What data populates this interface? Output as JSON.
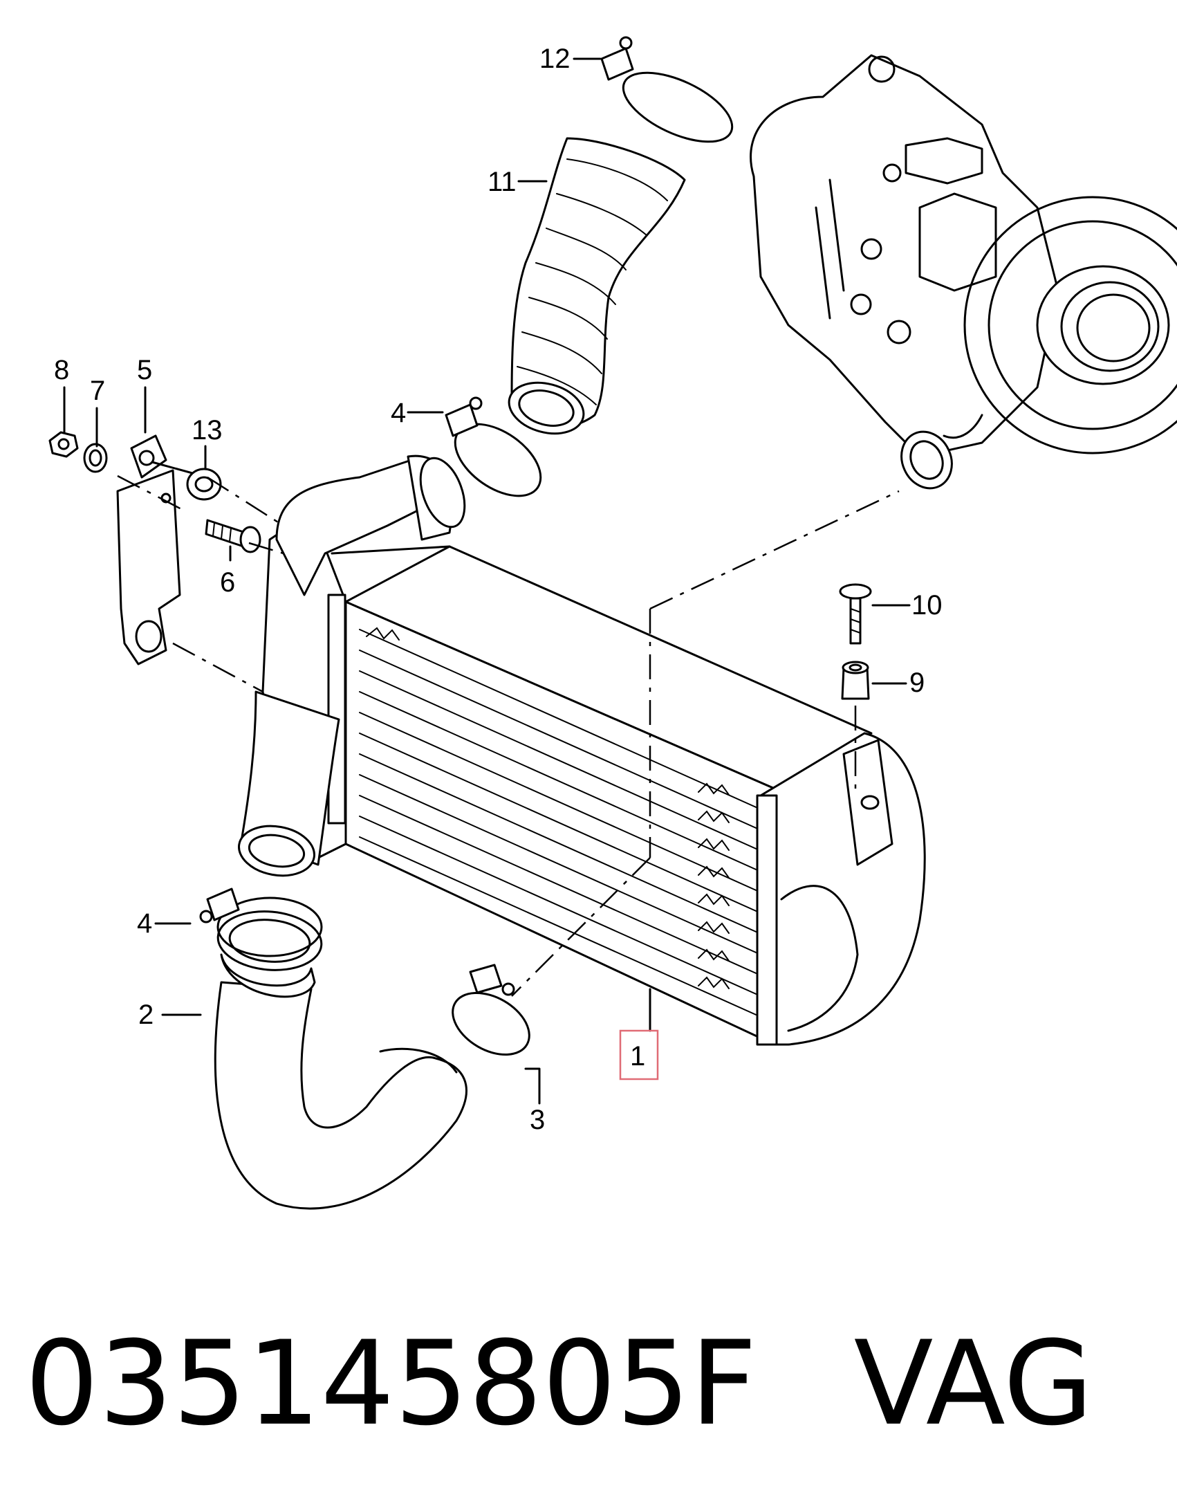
{
  "parts": [
    {
      "no": "1",
      "highlighted": true
    },
    {
      "no": "2"
    },
    {
      "no": "3"
    },
    {
      "no": "4"
    },
    {
      "no": "4"
    },
    {
      "no": "5"
    },
    {
      "no": "6"
    },
    {
      "no": "7"
    },
    {
      "no": "8"
    },
    {
      "no": "9"
    },
    {
      "no": "10"
    },
    {
      "no": "11"
    },
    {
      "no": "12"
    },
    {
      "no": "13"
    }
  ],
  "highlight_color": "#e06b75",
  "caption": {
    "part_number": "035145805F",
    "brand": "VAG"
  }
}
